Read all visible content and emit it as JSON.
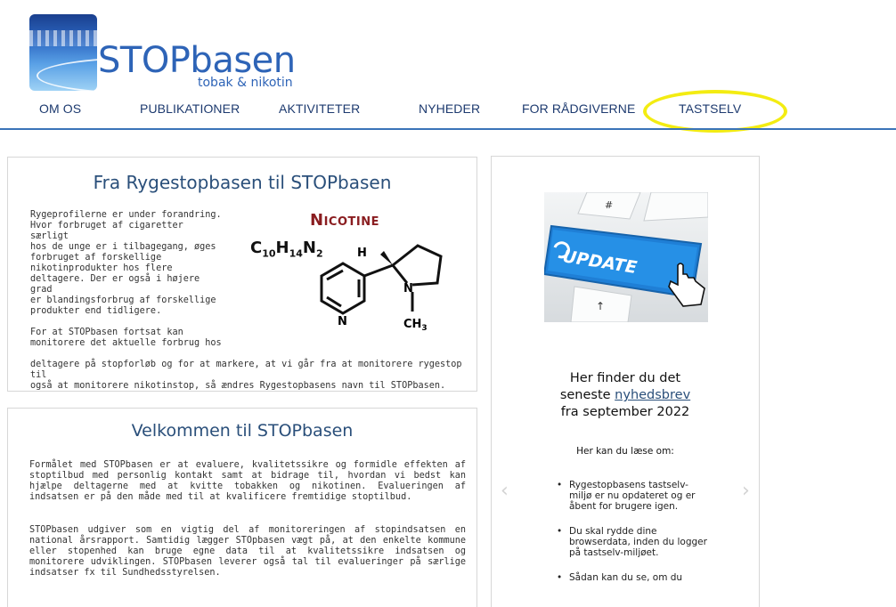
{
  "brand": {
    "title": "STOPbasen",
    "subtitle": "tobak & nikotin"
  },
  "nav": {
    "items": [
      {
        "label": "OM OS"
      },
      {
        "label": "PUBLIKATIONER"
      },
      {
        "label": "AKTIVITETER"
      },
      {
        "label": "NYHEDER"
      },
      {
        "label": "FOR RÅDGIVERNE"
      },
      {
        "label": "TASTSELV"
      }
    ],
    "highlight_color": "#f3ec12"
  },
  "box1": {
    "title": "Fra Rygestopbasen til STOPbasen",
    "lines": [
      "Rygeprofilerne er under forandring.",
      "Hvor forbruget af cigaretter særligt",
      "hos de unge er i tilbagegang, øges",
      "forbruget af forskellige",
      "nikotinprodukter hos flere",
      "deltagere. Der er også i højere grad",
      "er blandingsforbrug af forskellige",
      "produkter end tidligere."
    ],
    "p2_lines": [
      "For at STOPbasen fortsat kan",
      "monitorere det aktuelle forbrug hos"
    ],
    "p2_wide_lines": [
      "deltagere på stopforløb og for at markere, at vi går fra at monitorere rygestop til",
      "også at monitorere nikotinstop, så ændres Rygestopbasens navn til STOPbasen."
    ],
    "figure": {
      "title": "Nicotine",
      "formula_c": "C",
      "formula_c_sub": "10",
      "formula_h": "H",
      "formula_h_sub": "14",
      "formula_n": "N",
      "formula_n_sub": "2",
      "atom_h": "H",
      "atom_n1": "N",
      "atom_n2": "N",
      "methyl": "CH",
      "methyl_sub": "3"
    }
  },
  "box2": {
    "title": "Velkommen til STOPbasen",
    "p1": "Formålet med STOPbasen er at evaluere, kvalitetssikre og formidle effekten af stoptilbud med personlig kontakt samt at bidrage til, hvordan vi bedst kan hjælpe deltagerne med at kvitte tobakken og nikotinen. Evalueringen af indsatsen er på den måde med til at kvalificere fremtidige stoptilbud.",
    "p2": "STOPbasen udgiver som en vigtig del af monitoreringen af stopindsatsen en national årsrapport. Samtidig lægger STOpbasen vægt på, at den enkelte kommune eller stopenhed kan bruge egne data til at kvalitetssikre indsatsen og monitorere udviklingen. STOPbasen leverer også tal til evalueringer på særlige indsatser fx til Sundhedsstyrelsen."
  },
  "sidebar": {
    "image": {
      "key_label": "UPDATE",
      "key_hash": "#",
      "key_arrow": "↑"
    },
    "news_line1": "Her finder du det",
    "news_line2_prefix": "seneste ",
    "news_link": "nyhedsbrev",
    "news_line3": "fra september 2022",
    "read_about": "Her kan du læse om:",
    "bullets": [
      "Rygestopbasens tastselv-miljø er nu opdateret og er åbent for brugere igen.",
      "Du skal rydde dine browserdata, inden du logger på tastselv-miljøet.",
      "Sådan kan du se, om du"
    ],
    "prev_arrow": "‹",
    "next_arrow": "›"
  }
}
